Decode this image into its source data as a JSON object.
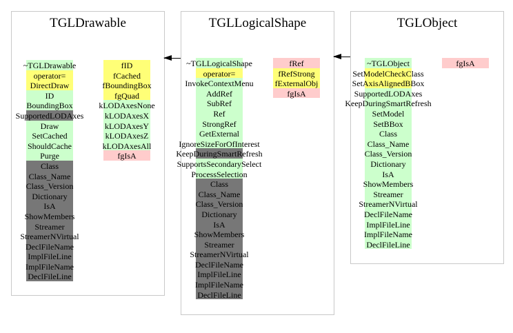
{
  "palette": {
    "g": "#ccffcc",
    "y": "#ffff77",
    "d": "#777777",
    "p": "#ffcccc"
  },
  "classes": [
    {
      "name": "TGLDrawable",
      "methods": [
        [
          "~TGLDrawable",
          "g"
        ],
        [
          "operator=",
          "y"
        ],
        [
          "DirectDraw",
          "y"
        ],
        [
          "ID",
          "g"
        ],
        [
          "BoundingBox",
          "g"
        ],
        [
          "SupportedLODAxes",
          "d"
        ],
        [
          "Draw",
          "g"
        ],
        [
          "SetCached",
          "g"
        ],
        [
          "ShouldCache",
          "g"
        ],
        [
          "Purge",
          "g"
        ],
        [
          "Class",
          "d"
        ],
        [
          "Class_Name",
          "d"
        ],
        [
          "Class_Version",
          "d"
        ],
        [
          "Dictionary",
          "d"
        ],
        [
          "IsA",
          "d"
        ],
        [
          "ShowMembers",
          "d"
        ],
        [
          "Streamer",
          "d"
        ],
        [
          "StreamerNVirtual",
          "d"
        ],
        [
          "DeclFileName",
          "d"
        ],
        [
          "ImplFileLine",
          "d"
        ],
        [
          "ImplFileName",
          "d"
        ],
        [
          "DeclFileLine",
          "d"
        ]
      ],
      "members": [
        [
          "fID",
          "y"
        ],
        [
          "fCached",
          "y"
        ],
        [
          "fBoundingBox",
          "y"
        ],
        [
          "fgQuad",
          "y"
        ],
        [
          "kLODAxesNone",
          "g"
        ],
        [
          "kLODAxesX",
          "g"
        ],
        [
          "kLODAxesY",
          "g"
        ],
        [
          "kLODAxesZ",
          "g"
        ],
        [
          "kLODAxesAll",
          "g"
        ],
        [
          "fgIsA",
          "p"
        ]
      ]
    },
    {
      "name": "TGLLogicalShape",
      "methods": [
        [
          "~TGLLogicalShape",
          "g"
        ],
        [
          "operator=",
          "y"
        ],
        [
          "InvokeContextMenu",
          "g"
        ],
        [
          "AddRef",
          "g"
        ],
        [
          "SubRef",
          "g"
        ],
        [
          "Ref",
          "g"
        ],
        [
          "StrongRef",
          "g"
        ],
        [
          "GetExternal",
          "g"
        ],
        [
          "IgnoreSizeForOfInterest",
          "g"
        ],
        [
          "KeepDuringSmartRefresh",
          "d"
        ],
        [
          "SupportsSecondarySelect",
          "g"
        ],
        [
          "ProcessSelection",
          "g"
        ],
        [
          "Class",
          "d"
        ],
        [
          "Class_Name",
          "d"
        ],
        [
          "Class_Version",
          "d"
        ],
        [
          "Dictionary",
          "d"
        ],
        [
          "IsA",
          "d"
        ],
        [
          "ShowMembers",
          "d"
        ],
        [
          "Streamer",
          "d"
        ],
        [
          "StreamerNVirtual",
          "d"
        ],
        [
          "DeclFileName",
          "d"
        ],
        [
          "ImplFileLine",
          "d"
        ],
        [
          "ImplFileName",
          "d"
        ],
        [
          "DeclFileLine",
          "d"
        ]
      ],
      "members": [
        [
          "fRef",
          "p"
        ],
        [
          "fRefStrong",
          "y"
        ],
        [
          "fExternalObj",
          "y"
        ],
        [
          "fgIsA",
          "p"
        ]
      ]
    },
    {
      "name": "TGLObject",
      "methods": [
        [
          "~TGLObject",
          "g"
        ],
        [
          "SetModelCheckClass",
          "y"
        ],
        [
          "SetAxisAlignedBBox",
          "y"
        ],
        [
          "SupportedLODAxes",
          "g"
        ],
        [
          "KeepDuringSmartRefresh",
          "g"
        ],
        [
          "SetModel",
          "g"
        ],
        [
          "SetBBox",
          "g"
        ],
        [
          "Class",
          "g"
        ],
        [
          "Class_Name",
          "g"
        ],
        [
          "Class_Version",
          "g"
        ],
        [
          "Dictionary",
          "g"
        ],
        [
          "IsA",
          "g"
        ],
        [
          "ShowMembers",
          "g"
        ],
        [
          "Streamer",
          "g"
        ],
        [
          "StreamerNVirtual",
          "g"
        ],
        [
          "DeclFileName",
          "g"
        ],
        [
          "ImplFileLine",
          "g"
        ],
        [
          "ImplFileName",
          "g"
        ],
        [
          "DeclFileLine",
          "g"
        ]
      ],
      "members": [
        [
          "fgIsA",
          "p"
        ]
      ]
    }
  ]
}
